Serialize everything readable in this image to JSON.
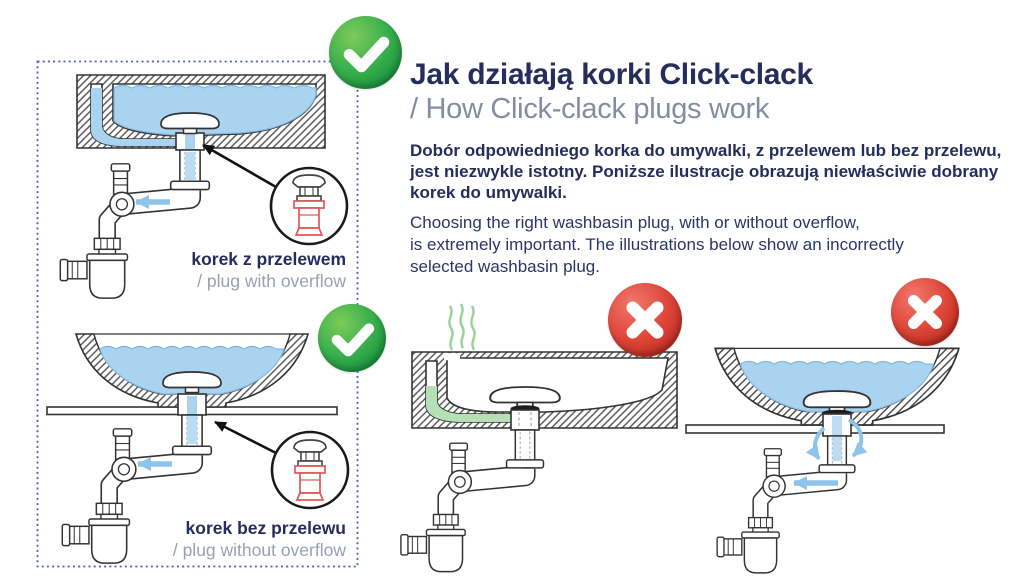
{
  "header": {
    "title": "Jak działają korki Click-clack",
    "subtitle": "/ How Click-clack plugs work"
  },
  "intro": {
    "pl_lines": [
      "Dobór odpowiedniego korka do umywalki, z przelewem lub bez przelewu,",
      "jest niezwykle istotny. Poniższe ilustracje obrazują niewłaściwie dobrany",
      "korek do umywalki."
    ],
    "en_lines": [
      "Choosing the right washbasin plug, with or without overflow,",
      "is extremely important. The illustrations below show an incorrectly",
      "selected washbasin plug."
    ]
  },
  "examples": {
    "correct": [
      {
        "label_pl": "korek z przelewem",
        "label_en": "/ plug with overflow",
        "verdict": "correct"
      },
      {
        "label_pl": "korek bez przelewu",
        "label_en": "/ plug without overflow",
        "verdict": "correct"
      }
    ],
    "incorrect": [
      {
        "description": "basin with overflow, plug without overflow - trapped stagnant water causes odour",
        "verdict": "incorrect"
      },
      {
        "description": "vessel basin without overflow, plug with overflow - water leaks under the counter",
        "verdict": "incorrect"
      }
    ]
  },
  "colors": {
    "navy_text": "#242d5d",
    "gray_text": "#98a0b0",
    "subtitle_gray": "#828ca2",
    "water_blue": "#a9d3ee",
    "stagnant_green": "#b5dfb5",
    "odour_green": "#98d298",
    "badge_green": "#2aa347",
    "badge_red": "#d63b30",
    "detail_red": "#e05757",
    "dashed_border_blue": "#4b5ea8",
    "line_dark": "#333333"
  }
}
